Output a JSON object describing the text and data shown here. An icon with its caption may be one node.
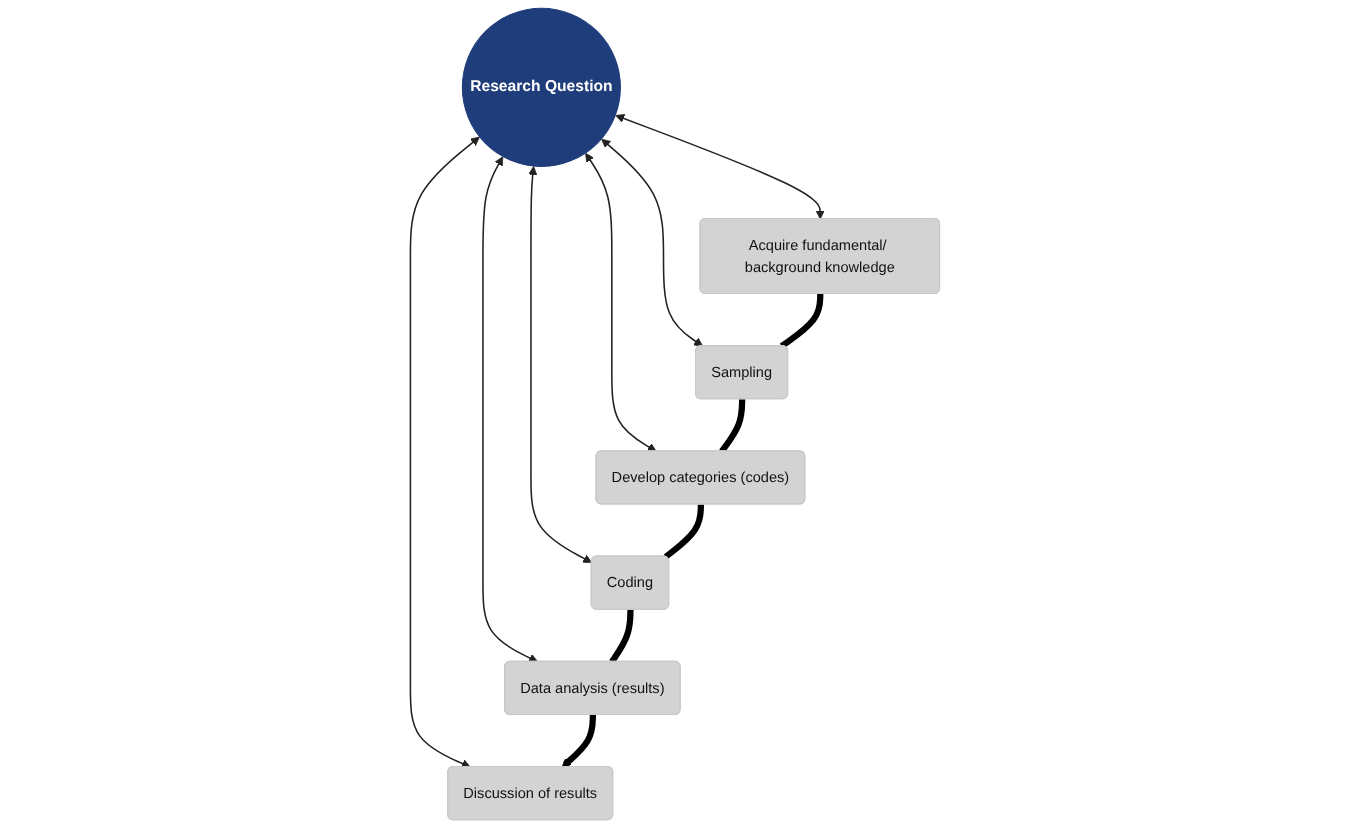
{
  "diagram": {
    "nodes": [
      {
        "text": [
          "Acquire fundamental/ background knowledge"
        ]
      },
      {
        "text": [
          "Discussion of results"
        ]
      },
      {
        "text": [
          "Sampling"
        ]
      },
      {
        "text": [
          "Research Question"
        ]
      },
      {
        "text": [
          "Develop categories (codes)"
        ]
      },
      {
        "text": [
          "Data analysis (results)"
        ]
      },
      {
        "text": [
          "Coding"
        ]
      }
    ],
    "edges": [
      {
        "from": 3,
        "to": 0,
        "arrow": "both"
      },
      {
        "from": 3,
        "to": 2,
        "arrow": "both"
      },
      {
        "from": 3,
        "to": 4,
        "arrow": "both"
      },
      {
        "from": 3,
        "to": 6,
        "arrow": "both"
      },
      {
        "from": 3,
        "to": 5,
        "arrow": "both"
      },
      {
        "from": 3,
        "to": 1,
        "arrow": "both"
      },
      {
        "from": 0,
        "to": 2,
        "arrow": "none",
        "style": "thick"
      },
      {
        "from": 2,
        "to": 4,
        "arrow": "none",
        "style": "thick"
      },
      {
        "from": 4,
        "to": 6,
        "arrow": "none",
        "style": "thick"
      },
      {
        "from": 6,
        "to": 5,
        "arrow": "none",
        "style": "thick"
      },
      {
        "from": 5,
        "to": 1,
        "arrow": "to",
        "style": "thick"
      }
    ]
  }
}
